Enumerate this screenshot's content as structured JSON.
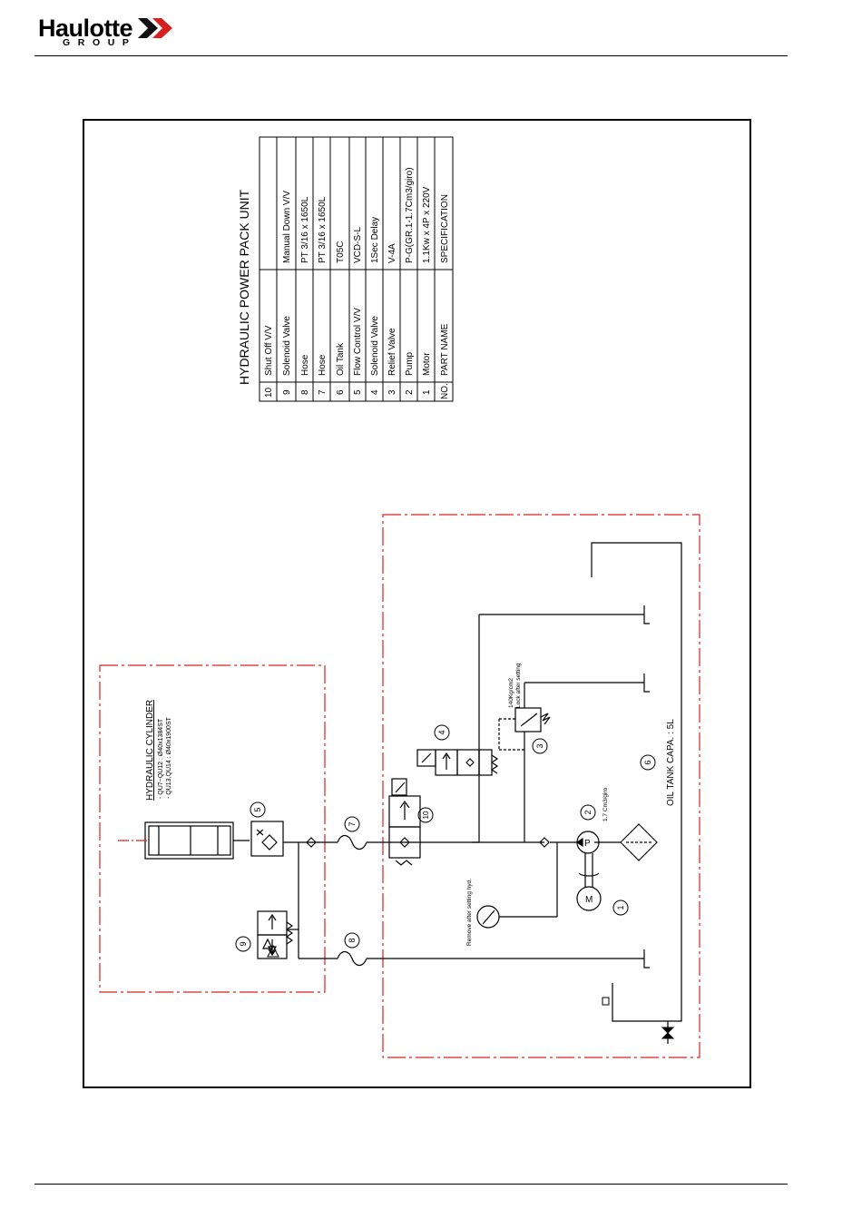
{
  "header": {
    "logo_text": "Haulotte",
    "logo_sub": "GROUP"
  },
  "table": {
    "title": "HYDRAULIC POWER PACK UNIT",
    "columns": [
      "NO.",
      "PART NAME",
      "SPECIFICATION"
    ],
    "rows": [
      {
        "no": "10",
        "name": "Shut Off V/V",
        "spec": ""
      },
      {
        "no": "9",
        "name": "Solenoid Valve",
        "spec": "Manual Down V/V"
      },
      {
        "no": "8",
        "name": "Hose",
        "spec": "PT 3/16 x 1650L"
      },
      {
        "no": "7",
        "name": "Hose",
        "spec": "PT 3/16 x 1650L"
      },
      {
        "no": "6",
        "name": "Oil Tank",
        "spec": "T05C"
      },
      {
        "no": "5",
        "name": "Flow Control V/V",
        "spec": "VCD-S-L"
      },
      {
        "no": "4",
        "name": "Solenoid Valve",
        "spec": "1Sec Delay"
      },
      {
        "no": "3",
        "name": "Relief Valve",
        "spec": "V-4A"
      },
      {
        "no": "2",
        "name": "Pump",
        "spec": "P-G(GR.1-1.7Cm3/giro)"
      },
      {
        "no": "1",
        "name": "Motor",
        "spec": "1.1Kw x 4P x 220V"
      }
    ]
  },
  "labels": {
    "cylinder_title": "HYDRAULIC CYLINDER",
    "cylinder_line1": "- QU7~QU12 : ",
    "cylinder_spec1": "40x1384ST",
    "cylinder_line2": "- QU13,QU14 : ",
    "cylinder_spec2": "40x1900ST",
    "relief_setting1": "140Kg/cm2",
    "relief_setting2": "Lock after setting",
    "pump_capacity": "1.7 Cm3/giro",
    "tank_capacity": "OIL TANK CAPA. : 5L",
    "gauge_note": "Remove after setting hyd.",
    "pump_symbol": "P",
    "motor_symbol": "M"
  },
  "balloons": [
    "1",
    "2",
    "3",
    "4",
    "5",
    "6",
    "7",
    "8",
    "9",
    "10"
  ]
}
